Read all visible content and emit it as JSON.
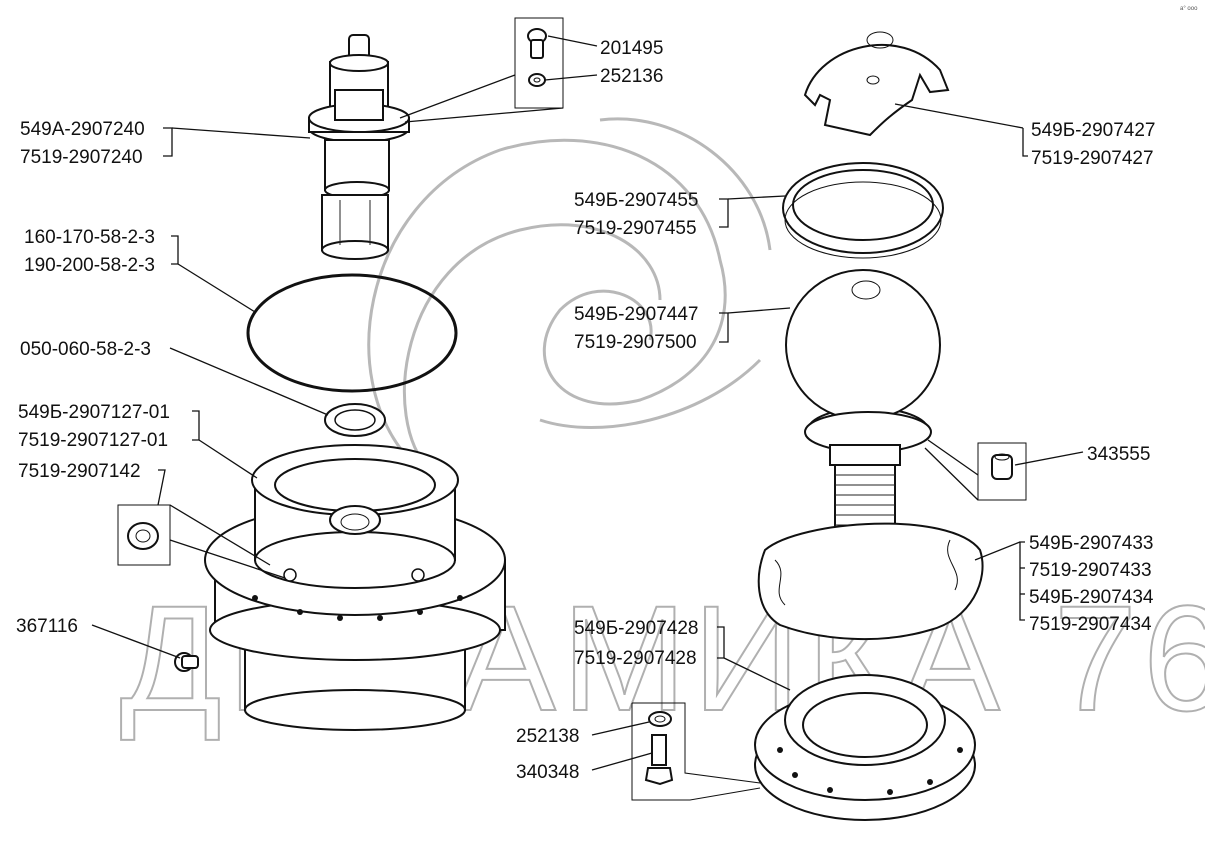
{
  "diagram": {
    "title": "",
    "corner_mark": "a° ooo",
    "watermark": "ДИНАМИКА 76",
    "callouts": [
      {
        "id": "c1",
        "lines": [
          "201495"
        ]
      },
      {
        "id": "c2",
        "lines": [
          "252136"
        ]
      },
      {
        "id": "c3",
        "lines": [
          "549А-2907240",
          "7519-2907240"
        ]
      },
      {
        "id": "c4",
        "lines": [
          "160-170-58-2-3",
          "190-200-58-2-3"
        ]
      },
      {
        "id": "c5",
        "lines": [
          "050-060-58-2-3"
        ]
      },
      {
        "id": "c6",
        "lines": [
          "549Б-2907127-01",
          "7519-2907127-01"
        ]
      },
      {
        "id": "c7",
        "lines": [
          "7519-2907142"
        ]
      },
      {
        "id": "c8",
        "lines": [
          "367116"
        ]
      },
      {
        "id": "c9",
        "lines": [
          "549Б-2907427",
          "7519-2907427"
        ]
      },
      {
        "id": "c10",
        "lines": [
          "549Б-2907455",
          "7519-2907455"
        ]
      },
      {
        "id": "c11",
        "lines": [
          "549Б-2907447",
          "7519-2907500"
        ]
      },
      {
        "id": "c12",
        "lines": [
          "343555"
        ]
      },
      {
        "id": "c13",
        "lines": [
          "549Б-2907433",
          "7519-2907433",
          "549Б-2907434",
          "7519-2907434"
        ]
      },
      {
        "id": "c14",
        "lines": [
          "549Б-2907428",
          "7519-2907428"
        ]
      },
      {
        "id": "c15",
        "lines": [
          "252138"
        ]
      },
      {
        "id": "c16",
        "lines": [
          "340348"
        ]
      }
    ],
    "parts": [
      "shaft-assembly",
      "screw",
      "lock-washer",
      "large-o-ring",
      "small-o-ring",
      "housing",
      "housing-insert",
      "plug",
      "dome-cover",
      "retaining-ring",
      "gear-knob-ball",
      "bushing",
      "wave-spring",
      "base-ring",
      "washer",
      "bolt"
    ]
  }
}
